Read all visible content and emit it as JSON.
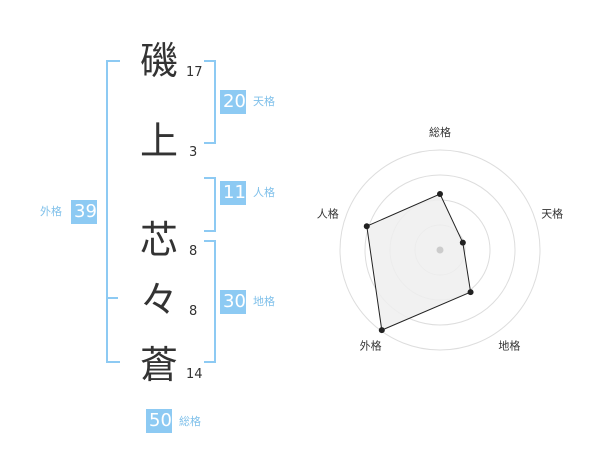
{
  "name": {
    "chars": [
      {
        "char": "磯",
        "strokes": "17"
      },
      {
        "char": "上",
        "strokes": "3"
      },
      {
        "char": "芯",
        "strokes": "8"
      },
      {
        "char": "々",
        "strokes": "8"
      },
      {
        "char": "蒼",
        "strokes": "14"
      }
    ]
  },
  "fortunes": {
    "tenkaku": {
      "value": "20",
      "label": "天格"
    },
    "jinkaku": {
      "value": "11",
      "label": "人格"
    },
    "chikaku": {
      "value": "30",
      "label": "地格"
    },
    "gaikaku": {
      "value": "39",
      "label": "外格"
    },
    "soukaku": {
      "value": "50",
      "label": "総格"
    }
  },
  "chart_data": {
    "type": "radar",
    "axes": [
      "総格",
      "天格",
      "地格",
      "外格",
      "人格"
    ],
    "values": [
      0.56,
      0.24,
      0.52,
      0.99,
      0.77
    ],
    "range": [
      0,
      1
    ],
    "rings": 4,
    "colors": {
      "fill": "#eeeeee",
      "stroke": "#222222",
      "ring": "#dddddd",
      "center": "#cccccc"
    }
  },
  "colors": {
    "accent": "#8dcaf3",
    "label": "#7fc0ea",
    "text": "#333333"
  }
}
